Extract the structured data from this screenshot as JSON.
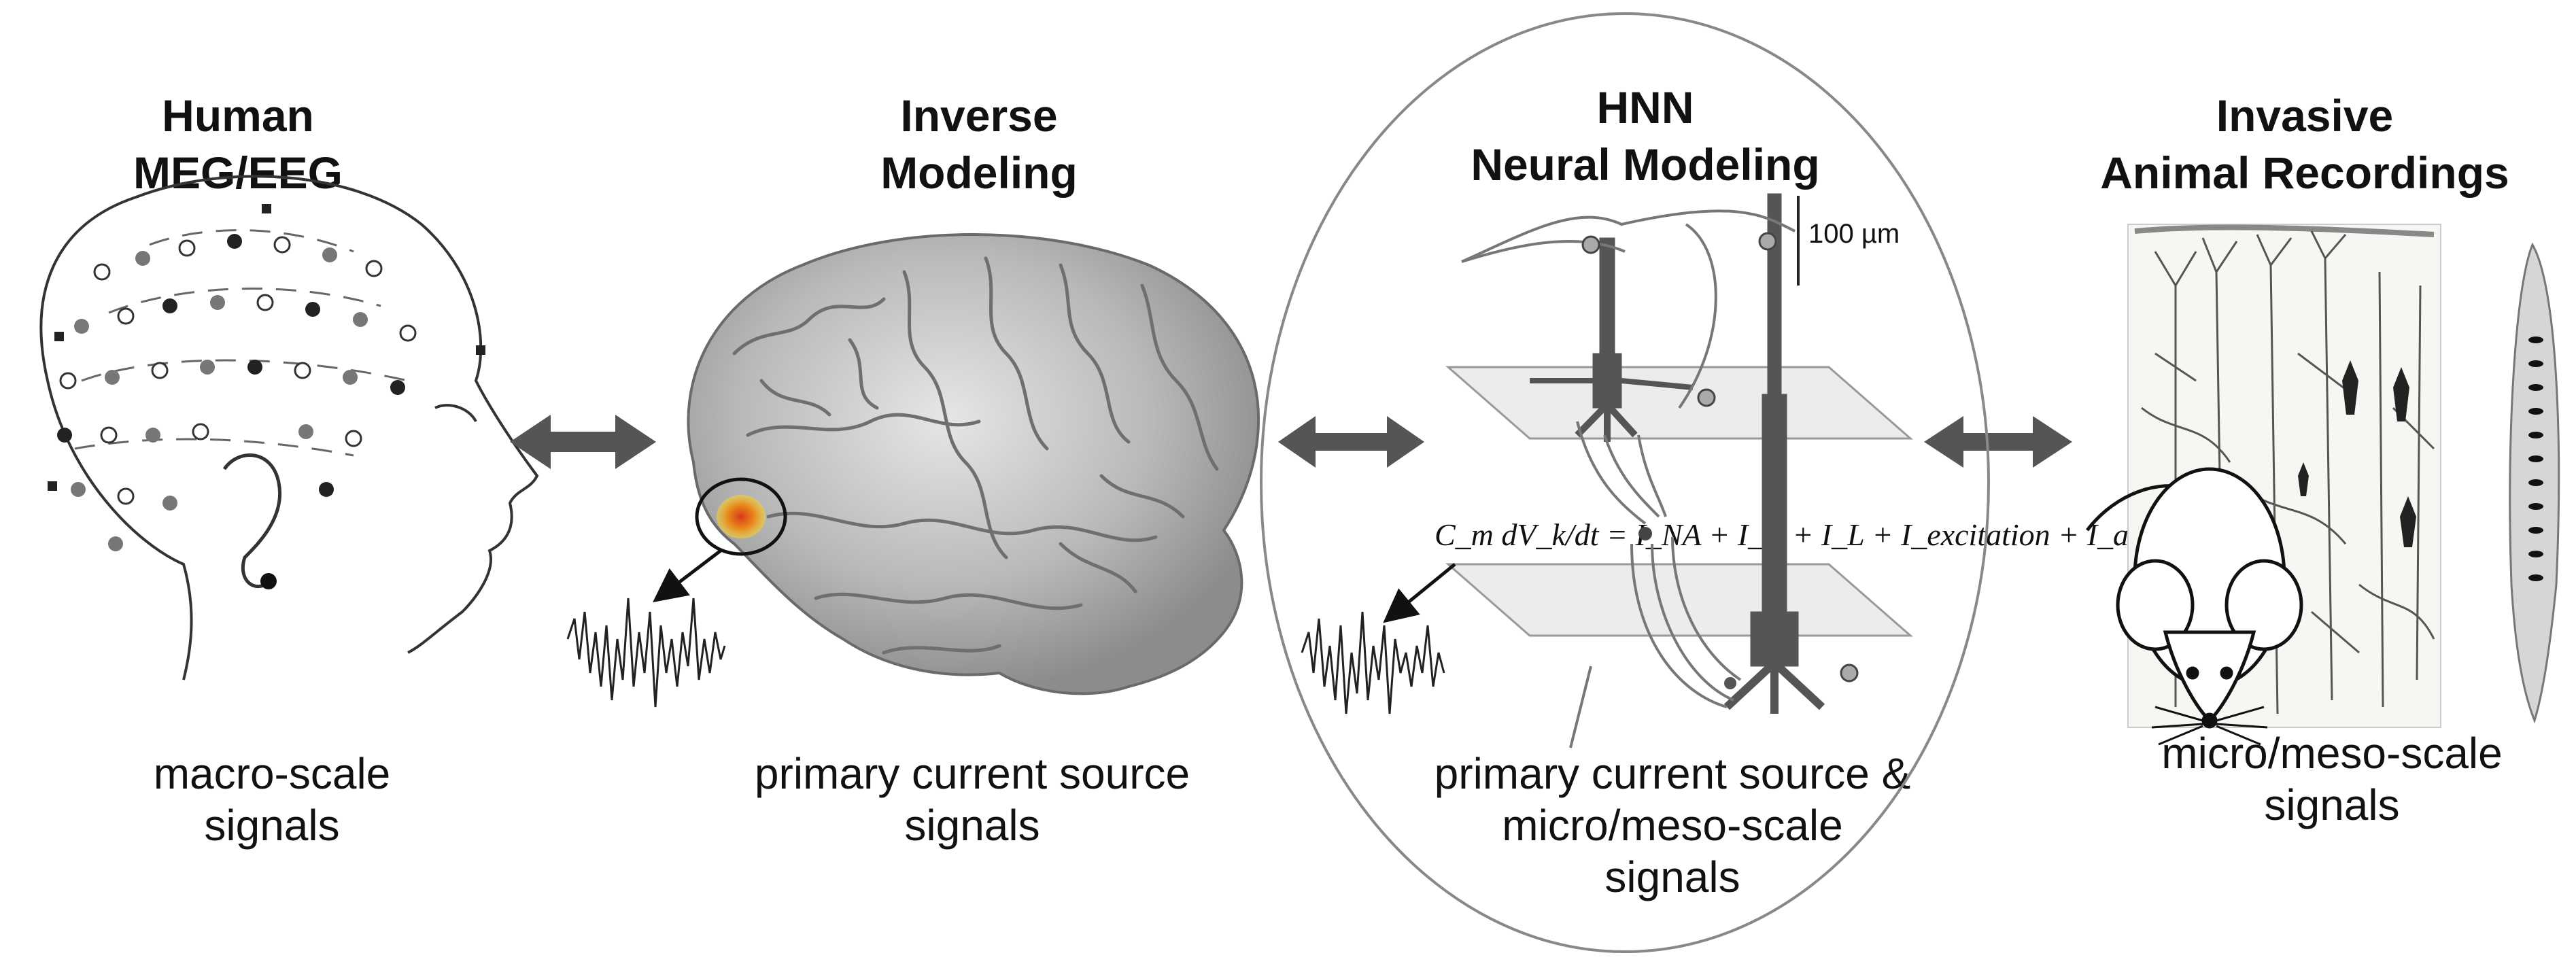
{
  "panels": [
    {
      "title": [
        "Human",
        "MEG/EEG"
      ],
      "caption": [
        "macro-scale",
        "signals"
      ]
    },
    {
      "title": [
        "Inverse",
        "Modeling"
      ],
      "caption": [
        "primary current source",
        "signals"
      ]
    },
    {
      "title": [
        "HNN",
        "Neural Modeling"
      ],
      "caption": [
        "primary current source &",
        "micro/meso-scale",
        "signals"
      ]
    },
    {
      "title": [
        "Invasive",
        "Animal Recordings"
      ],
      "caption": [
        "micro/meso-scale",
        "signals"
      ]
    }
  ],
  "scale_bar": "100 µm",
  "equation": "C_m dV_k/dt = I_NA + I_K + I_L + I_excitation + I_axial",
  "colors": {
    "arrow": "#555555",
    "circle": "#888888",
    "neuron": "#555555",
    "plane": "#e6e6e6",
    "brain": "#a5a5a5",
    "activation": "#d93a1a"
  }
}
